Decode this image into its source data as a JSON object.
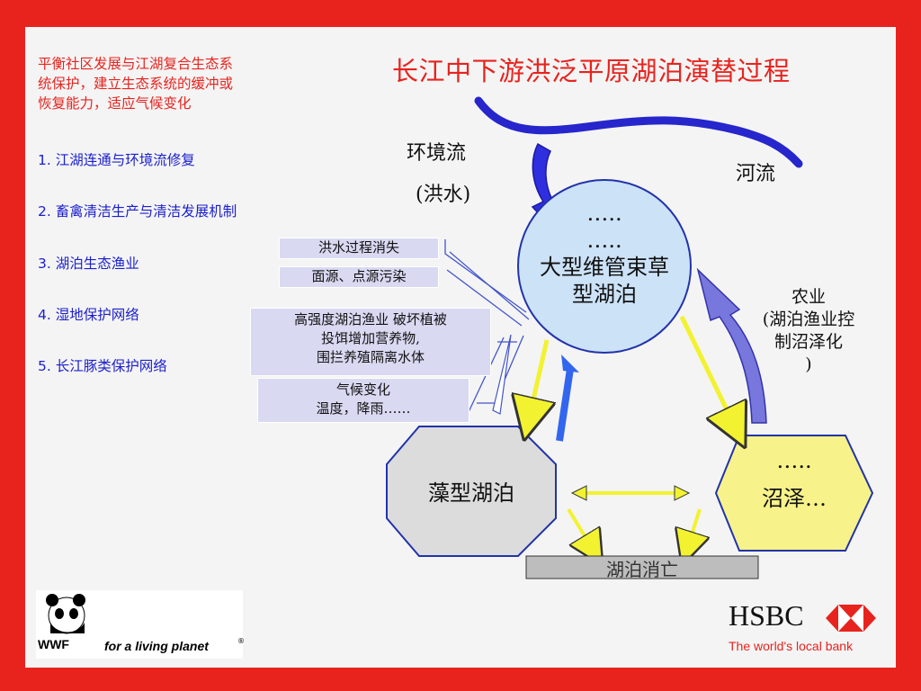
{
  "intro": [
    "平衡社区发展与江湖复合生态系",
    "统保护，建立生态系统的缓冲或",
    "恢复能力，适应气候变化"
  ],
  "items": [
    "1. 江湖连通与环境流修复",
    "2. 畜禽清洁生产与清洁发展机制",
    "3. 湖泊生态渔业",
    "4. 湿地保护网络",
    "5. 长江豚类保护网络"
  ],
  "title": "长江中下游洪泛平原湖泊演替过程",
  "env_flow": [
    "环境流",
    "(洪水)"
  ],
  "river": "河流",
  "agriculture": [
    "农业",
    "(湖泊渔业控",
    "制沼泽化",
    ")"
  ],
  "circle": {
    "dots1": "…..",
    "dots2": "…..",
    "line1": "大型维管束草",
    "line2": "型湖泊"
  },
  "boxes": {
    "flood": "洪水过程消失",
    "pollution": "面源、点源污染",
    "fishery": [
      "高强度湖泊渔业 破坏植被",
      "投饵增加营养物,",
      "围拦养殖隔离水体"
    ],
    "climate": [
      "气候变化",
      "温度，降雨……"
    ]
  },
  "algae_lake": "藻型湖泊",
  "marsh": {
    "dots": "…..",
    "label": "沼泽…"
  },
  "lake_death": "湖泊消亡",
  "wwf": {
    "brand": "WWF",
    "slogan": "for a living planet",
    "reg": "®"
  },
  "hsbc": {
    "brand": "HSBC",
    "tagline": "The world's local bank"
  },
  "colors": {
    "frame": "#E8231E",
    "panel": "#F4F4F4",
    "item_text": "#1B1FCC",
    "river": "#2626CC",
    "yellow_arrow": "#F2F230",
    "blue_arrow": "#3366EE"
  }
}
